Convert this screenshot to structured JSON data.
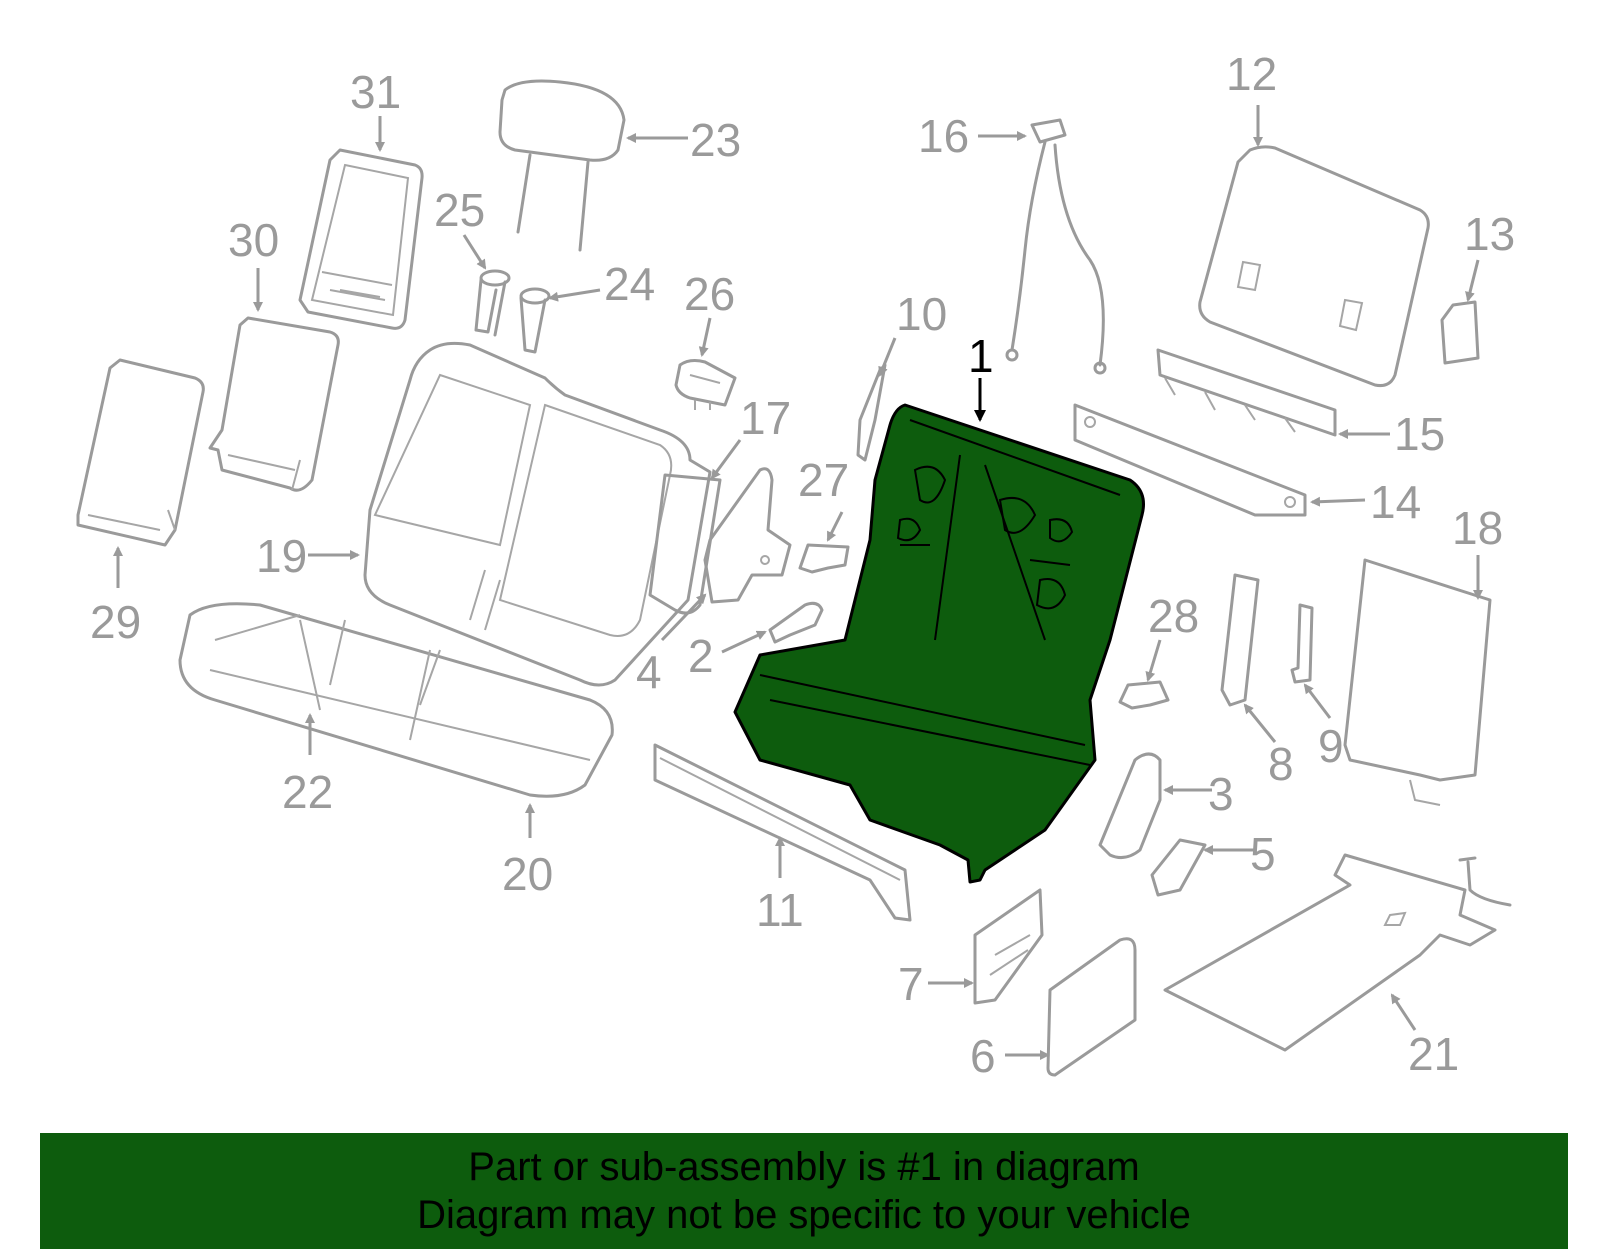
{
  "colors": {
    "part_line": "#9a9a9a",
    "highlight_fill": "#0d5c0d",
    "highlight_line": "#000000",
    "banner_bg": "#0d5c0d",
    "banner_text": "#000000",
    "background": "#ffffff"
  },
  "highlighted_part": "1",
  "callouts": {
    "c1": "1",
    "c2": "2",
    "c3": "3",
    "c4": "4",
    "c5": "5",
    "c6": "6",
    "c7": "7",
    "c8": "8",
    "c9": "9",
    "c10": "10",
    "c11": "11",
    "c12": "12",
    "c13": "13",
    "c14": "14",
    "c15": "15",
    "c16": "16",
    "c17": "17",
    "c18": "18",
    "c19": "19",
    "c20": "20",
    "c21": "21",
    "c22": "22",
    "c23": "23",
    "c24": "24",
    "c25": "25",
    "c26": "26",
    "c27": "27",
    "c28": "28",
    "c29": "29",
    "c30": "30",
    "c31": "31"
  },
  "banner": {
    "line1": "Part or sub-assembly is #1 in diagram",
    "line2": "Diagram may not be specific to your vehicle"
  }
}
